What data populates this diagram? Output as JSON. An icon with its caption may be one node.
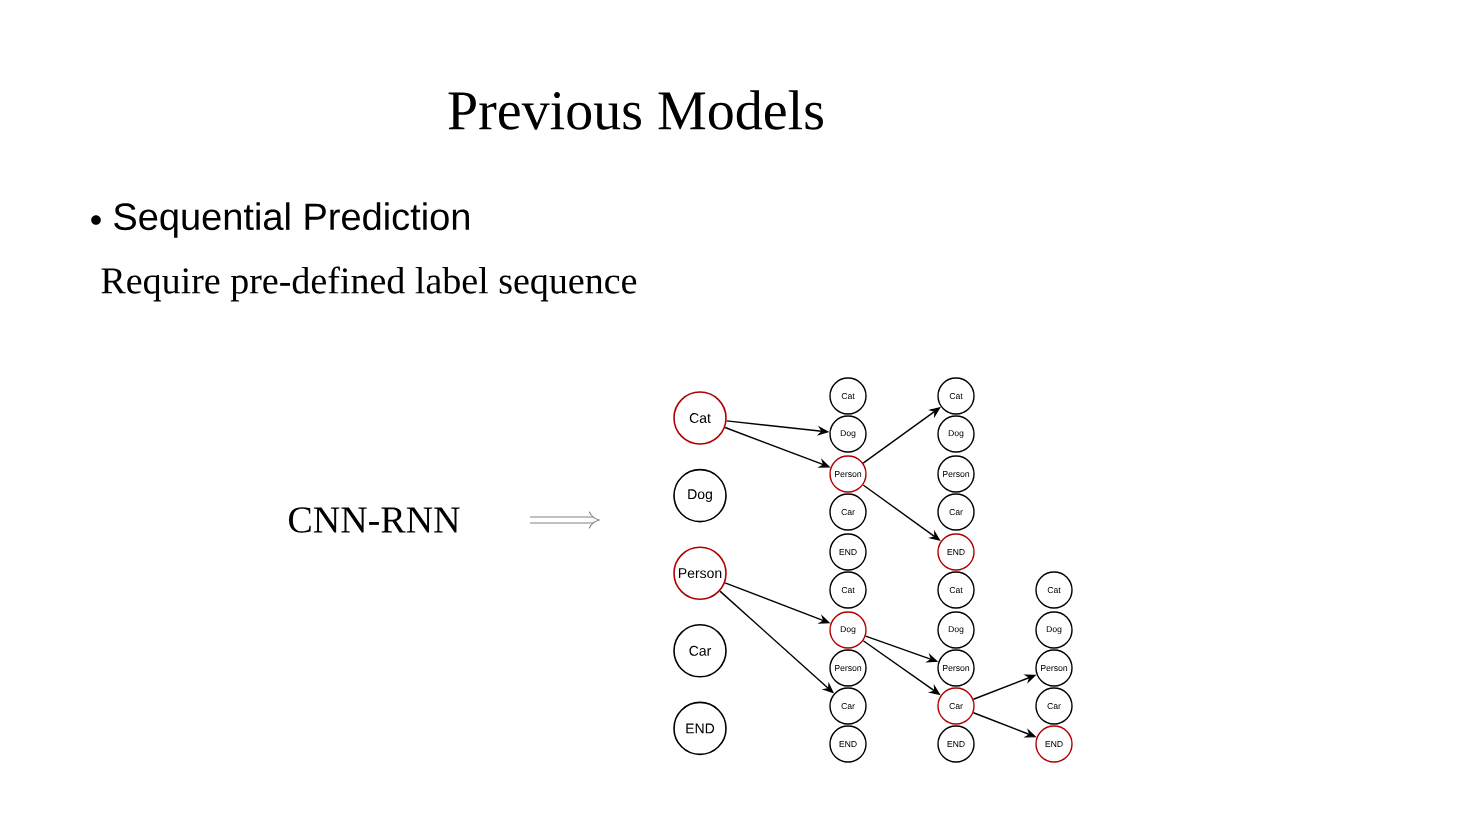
{
  "diagram": {
    "title": "Previous Models",
    "nodes": [
      {
        "text": [
          "Cat"
        ]
      },
      {
        "text": [
          "Dog"
        ]
      },
      {
        "text": [
          "Person"
        ]
      },
      {
        "text": [
          "Car"
        ]
      },
      {
        "text": [
          "END"
        ]
      },
      {
        "text": [
          "Cat"
        ]
      },
      {
        "text": [
          "Dog"
        ]
      },
      {
        "text": [
          "Person"
        ]
      },
      {
        "text": [
          "Car"
        ]
      },
      {
        "text": [
          "END"
        ]
      },
      {
        "text": [
          "Cat"
        ]
      },
      {
        "text": [
          "Dog"
        ]
      },
      {
        "text": [
          "Person"
        ]
      },
      {
        "text": [
          "Car"
        ]
      },
      {
        "text": [
          "END"
        ]
      },
      {
        "text": [
          "Cat"
        ]
      },
      {
        "text": [
          "Dog"
        ]
      },
      {
        "text": [
          "Person"
        ]
      },
      {
        "text": [
          "Car"
        ]
      },
      {
        "text": [
          "END"
        ]
      },
      {
        "text": [
          "Cat"
        ]
      },
      {
        "text": [
          "Dog"
        ]
      },
      {
        "text": [
          "Person"
        ]
      },
      {
        "text": [
          "Car"
        ]
      },
      {
        "text": [
          "END"
        ]
      },
      {
        "text": [
          "Cat"
        ]
      },
      {
        "text": [
          "Dog"
        ]
      },
      {
        "text": [
          "Person"
        ]
      },
      {
        "text": [
          "Car"
        ]
      },
      {
        "text": [
          "END"
        ]
      }
    ],
    "edges": [
      {
        "from": 0,
        "to": 6,
        "arrow": "to"
      },
      {
        "from": 0,
        "to": 7,
        "arrow": "to"
      },
      {
        "from": 7,
        "to": 15,
        "arrow": "to"
      },
      {
        "from": 7,
        "to": 19,
        "arrow": "to"
      },
      {
        "from": 2,
        "to": 11,
        "arrow": "to"
      },
      {
        "from": 2,
        "to": 13,
        "arrow": "to"
      },
      {
        "from": 11,
        "to": 22,
        "arrow": "to"
      },
      {
        "from": 11,
        "to": 23,
        "arrow": "to"
      },
      {
        "from": 23,
        "to": 27,
        "arrow": "to"
      },
      {
        "from": 23,
        "to": 29,
        "arrow": "to"
      }
    ],
    "labels": [
      "Sequential Prediction",
      "Require pre-defined label sequence",
      "CNN-RNN"
    ]
  }
}
